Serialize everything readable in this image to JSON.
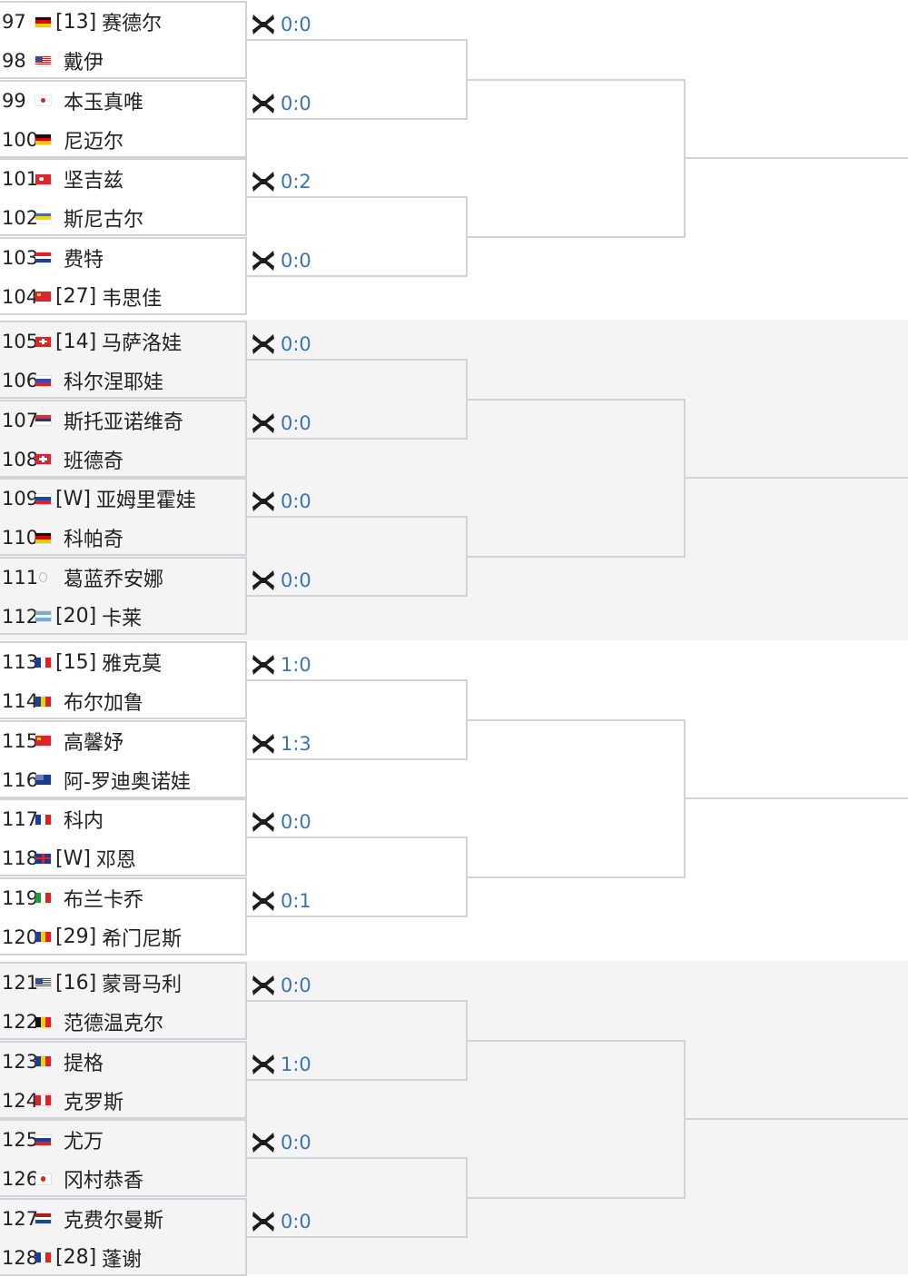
{
  "colors": {
    "accent": "#3b73b9",
    "border": "#d0d3d8",
    "gray_band": "#f4f4f5"
  },
  "vs_icon": "crossed-rackets-icon",
  "groups": [
    {
      "shaded": false,
      "matches": [
        {
          "score": "0:0",
          "players": [
            {
              "num": "97",
              "flag": "de",
              "seed": "[13]",
              "name": "赛德尔"
            },
            {
              "num": "98",
              "flag": "us",
              "seed": "",
              "name": "戴伊"
            }
          ]
        },
        {
          "score": "0:0",
          "players": [
            {
              "num": "99",
              "flag": "jp",
              "seed": "",
              "name": "本玉真唯"
            },
            {
              "num": "100",
              "flag": "de",
              "seed": "",
              "name": "尼迈尔"
            }
          ]
        },
        {
          "score": "0:2",
          "players": [
            {
              "num": "101",
              "flag": "tr",
              "seed": "",
              "name": "坚吉兹"
            },
            {
              "num": "102",
              "flag": "ua",
              "seed": "",
              "name": "斯尼古尔"
            }
          ]
        },
        {
          "score": "0:0",
          "players": [
            {
              "num": "103",
              "flag": "hr",
              "seed": "",
              "name": "费特"
            },
            {
              "num": "104",
              "flag": "cn",
              "seed": "[27]",
              "name": "韦思佳"
            }
          ]
        }
      ]
    },
    {
      "shaded": true,
      "matches": [
        {
          "score": "0:0",
          "players": [
            {
              "num": "105",
              "flag": "ch",
              "seed": "[14]",
              "name": "马萨洛娃"
            },
            {
              "num": "106",
              "flag": "ru",
              "seed": "",
              "name": "科尔涅耶娃"
            }
          ]
        },
        {
          "score": "0:0",
          "players": [
            {
              "num": "107",
              "flag": "rs",
              "seed": "",
              "name": "斯托亚诺维奇"
            },
            {
              "num": "108",
              "flag": "ch",
              "seed": "",
              "name": "班德奇"
            }
          ]
        },
        {
          "score": "0:0",
          "players": [
            {
              "num": "109",
              "flag": "sk",
              "seed": "[W]",
              "name": "亚姆里霍娃"
            },
            {
              "num": "110",
              "flag": "de",
              "seed": "",
              "name": "科帕奇"
            }
          ]
        },
        {
          "score": "0:0",
          "players": [
            {
              "num": "111",
              "flag": "neutral",
              "seed": "",
              "name": "葛蓝乔安娜"
            },
            {
              "num": "112",
              "flag": "ar",
              "seed": "[20]",
              "name": "卡莱"
            }
          ]
        }
      ]
    },
    {
      "shaded": false,
      "matches": [
        {
          "score": "1:0",
          "players": [
            {
              "num": "113",
              "flag": "fr",
              "seed": "[15]",
              "name": "雅克莫"
            },
            {
              "num": "114",
              "flag": "ro",
              "seed": "",
              "name": "布尔加鲁"
            }
          ]
        },
        {
          "score": "1:3",
          "players": [
            {
              "num": "115",
              "flag": "cn",
              "seed": "",
              "name": "高馨妤"
            },
            {
              "num": "116",
              "flag": "au",
              "seed": "",
              "name": "阿-罗迪奥诺娃"
            }
          ]
        },
        {
          "score": "0:0",
          "players": [
            {
              "num": "117",
              "flag": "fr",
              "seed": "",
              "name": "科内"
            },
            {
              "num": "118",
              "flag": "gb",
              "seed": "[W]",
              "name": "邓恩"
            }
          ]
        },
        {
          "score": "0:1",
          "players": [
            {
              "num": "119",
              "flag": "it",
              "seed": "",
              "name": "布兰卡乔"
            },
            {
              "num": "120",
              "flag": "ad",
              "seed": "[29]",
              "name": "希门尼斯"
            }
          ]
        }
      ]
    },
    {
      "shaded": true,
      "matches": [
        {
          "score": "0:0",
          "players": [
            {
              "num": "121",
              "flag": "us",
              "seed": "[16]",
              "name": "蒙哥马利"
            },
            {
              "num": "122",
              "flag": "be",
              "seed": "",
              "name": "范德温克尔"
            }
          ]
        },
        {
          "score": "1:0",
          "players": [
            {
              "num": "123",
              "flag": "ro",
              "seed": "",
              "name": "提格"
            },
            {
              "num": "124",
              "flag": "ca",
              "seed": "",
              "name": "克罗斯"
            }
          ]
        },
        {
          "score": "0:0",
          "players": [
            {
              "num": "125",
              "flag": "si",
              "seed": "",
              "name": "尤万"
            },
            {
              "num": "126",
              "flag": "jp",
              "seed": "",
              "name": "冈村恭香"
            }
          ]
        },
        {
          "score": "0:0",
          "players": [
            {
              "num": "127",
              "flag": "nl",
              "seed": "",
              "name": "克费尔曼斯"
            },
            {
              "num": "128",
              "flag": "fr",
              "seed": "[28]",
              "name": "蓬谢"
            }
          ]
        }
      ]
    }
  ]
}
